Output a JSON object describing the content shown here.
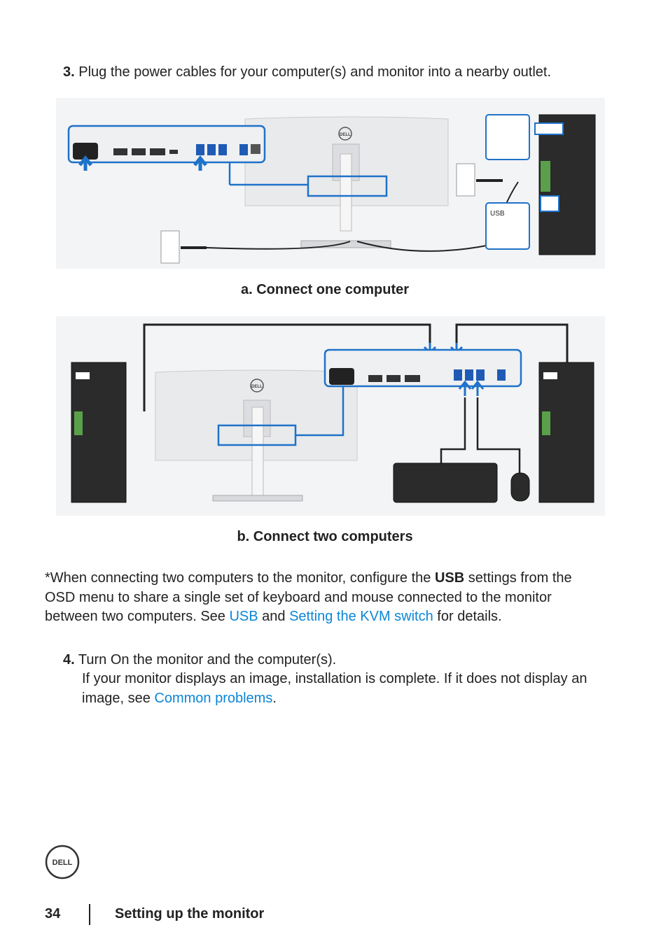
{
  "step3": {
    "number": "3.",
    "text": "Plug the power cables for your computer(s) and monitor into a nearby outlet."
  },
  "figure_a": {
    "caption": "a. Connect one computer",
    "usb_label": "USB",
    "logo_text": "DELL"
  },
  "figure_b": {
    "caption": "b. Connect two computers",
    "logo_text": "DELL"
  },
  "note": {
    "part1": "*When connecting two computers to the monitor, configure the ",
    "bold": "USB",
    "part2": " settings from the OSD menu to share a single set of keyboard and mouse connected to the monitor between two computers. See ",
    "link1": "USB",
    "part3": " and ",
    "link2": "Setting the KVM switch",
    "part4": " for details."
  },
  "step4": {
    "number": "4.",
    "line1": "Turn On the monitor and the computer(s).",
    "line2a": "If your monitor displays an image, installation is complete. If it does not display an image, see ",
    "link": "Common problems",
    "line2b": "."
  },
  "footer": {
    "page_number": "34",
    "section_title": "Setting up the monitor",
    "logo_text": "DELL"
  },
  "colors": {
    "link": "#0b86d6",
    "highlight": "#1f72c9",
    "text": "#222222"
  }
}
